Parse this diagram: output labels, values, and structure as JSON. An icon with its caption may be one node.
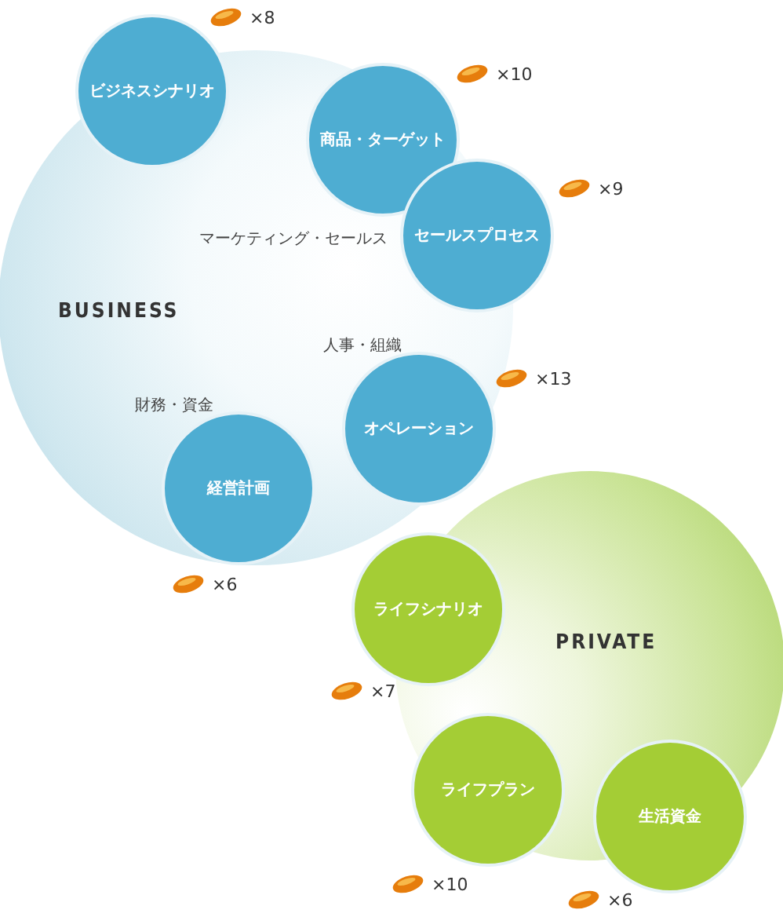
{
  "diagram": {
    "nodes": [
      {
        "text": [
          "BUSINESS"
        ]
      },
      {
        "text": [
          "ビジネスシナリオ"
        ],
        "beside": [
          "×8"
        ]
      },
      {
        "text": [
          "商品・ターゲット"
        ],
        "beside": [
          "×10"
        ],
        "in": 0
      },
      {
        "text": [
          "セールスプロセス"
        ],
        "beside": [
          "×9"
        ]
      },
      {
        "text": [
          "オペレーション"
        ],
        "beside": [
          "×13"
        ],
        "in": 0
      },
      {
        "text": [
          "経営計画"
        ],
        "beside": [
          "×6"
        ],
        "in": 0
      },
      {
        "text": [
          "PRIVATE"
        ]
      },
      {
        "text": [
          "ライフシナリオ"
        ],
        "beside": [
          "×7"
        ]
      },
      {
        "text": [
          "ライフプラン"
        ],
        "beside": [
          "×10"
        ],
        "in": 6
      },
      {
        "text": [
          "生活資金"
        ],
        "beside": [
          "×6"
        ]
      }
    ],
    "labels": [
      "マーケティング・セールス",
      "人事・組織",
      "財務・資金"
    ]
  }
}
